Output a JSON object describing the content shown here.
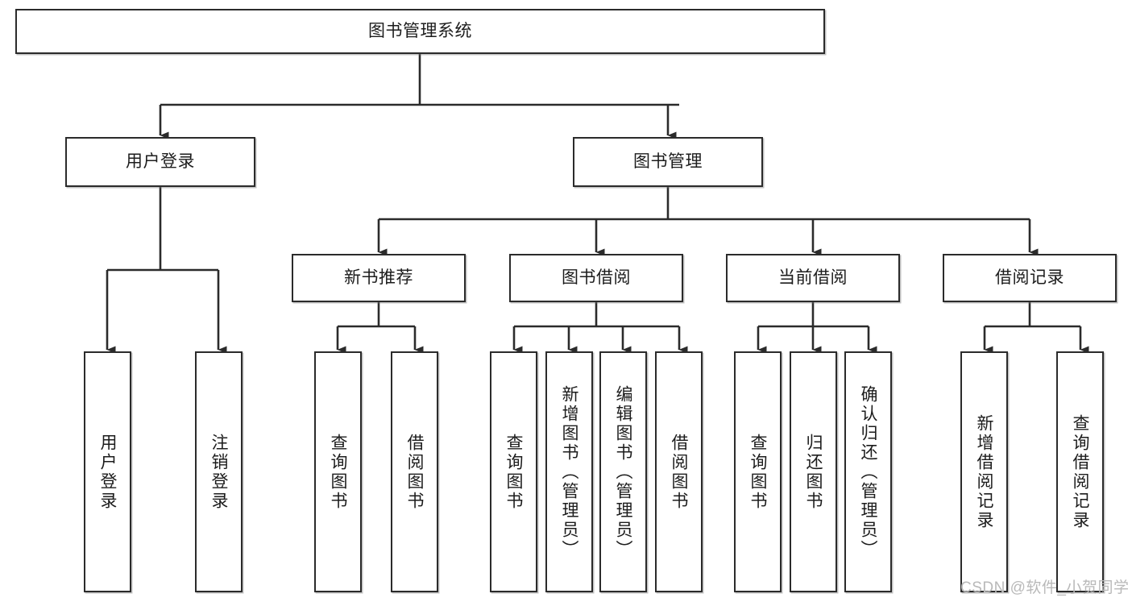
{
  "diagram": {
    "type": "tree-hierarchy",
    "title": "图书管理系统",
    "watermark": "CSDN @软件_小贺同学",
    "colors": {
      "stroke": "#2b2b2b",
      "fill": "#ffffff",
      "text": "#1c1c1c",
      "watermark": "#b9b9b9"
    },
    "levels": {
      "level1": [
        {
          "id": "root",
          "label": "图书管理系统",
          "orientation": "horizontal"
        }
      ],
      "level2": [
        {
          "id": "user-login",
          "label": "用户登录",
          "orientation": "horizontal"
        },
        {
          "id": "book-manage",
          "label": "图书管理",
          "orientation": "horizontal"
        }
      ],
      "level3": [
        {
          "id": "new-book-recommend",
          "label": "新书推荐",
          "orientation": "horizontal"
        },
        {
          "id": "book-borrow",
          "label": "图书借阅",
          "orientation": "horizontal"
        },
        {
          "id": "current-borrow",
          "label": "当前借阅",
          "orientation": "horizontal"
        },
        {
          "id": "borrow-record",
          "label": "借阅记录",
          "orientation": "horizontal"
        }
      ],
      "level4": [
        {
          "id": "leaf-user-login",
          "label": "用户登录",
          "orientation": "vertical",
          "parent": "user-login"
        },
        {
          "id": "leaf-logout-login",
          "label": "注销登录",
          "orientation": "vertical",
          "parent": "user-login"
        },
        {
          "id": "leaf-query-book-1",
          "label": "查询图书",
          "orientation": "vertical",
          "parent": "new-book-recommend"
        },
        {
          "id": "leaf-borrow-book-1",
          "label": "借阅图书",
          "orientation": "vertical",
          "parent": "new-book-recommend"
        },
        {
          "id": "leaf-query-book-2",
          "label": "查询图书",
          "orientation": "vertical",
          "parent": "book-borrow"
        },
        {
          "id": "leaf-add-book",
          "label": "新增图书（管理员）",
          "orientation": "vertical",
          "parent": "book-borrow"
        },
        {
          "id": "leaf-edit-book",
          "label": "编辑图书（管理员）",
          "orientation": "vertical",
          "parent": "book-borrow"
        },
        {
          "id": "leaf-borrow-book-2",
          "label": "借阅图书",
          "orientation": "vertical",
          "parent": "book-borrow"
        },
        {
          "id": "leaf-query-book-3",
          "label": "查询图书",
          "orientation": "vertical",
          "parent": "current-borrow"
        },
        {
          "id": "leaf-return-book",
          "label": "归还图书",
          "orientation": "vertical",
          "parent": "current-borrow"
        },
        {
          "id": "leaf-confirm-return",
          "label": "确认归还（管理员）",
          "orientation": "vertical",
          "parent": "current-borrow"
        },
        {
          "id": "leaf-add-record",
          "label": "新增借阅记录",
          "orientation": "vertical",
          "parent": "borrow-record"
        },
        {
          "id": "leaf-query-record",
          "label": "查询借阅记录",
          "orientation": "vertical",
          "parent": "borrow-record"
        }
      ]
    }
  }
}
